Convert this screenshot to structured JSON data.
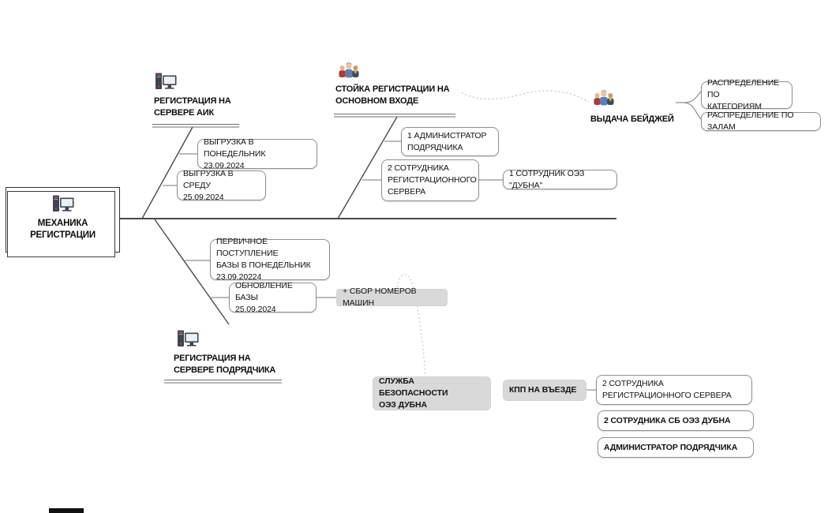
{
  "diagram_type": "fishbone-mindmap",
  "colors": {
    "background": "#ffffff",
    "spine_line": "#4a4a4a",
    "connector_line": "#909090",
    "dashed_link": "#c4c4c4",
    "box_border": "#8f8f8f",
    "gray_fill": "#d9d9d9",
    "text": "#0d0d0d"
  },
  "nodes": {
    "root": {
      "label": "МЕХАНИКА\nРЕГИСТРАЦИИ",
      "icon": "computer-icon"
    },
    "aik": {
      "label": "РЕГИСТРАЦИЯ НА\nСЕРВЕРЕ АИК",
      "icon": "computer-icon"
    },
    "aik_monday": {
      "label": "ВЫГРУЗКА В ПОНЕДЕЛЬНИК\n23.09.2024"
    },
    "aik_wednesday": {
      "label": "ВЫГРУЗКА В СРЕДУ\n25.09.2024"
    },
    "front_desk": {
      "label": "СТОЙКА РЕГИСТРАЦИИ НА\nОСНОВНОМ ВХОДЕ",
      "icon": "people-icon"
    },
    "admin_contractor": {
      "label": "1 АДМИНИСТРАТОР\nПОДРЯДЧИКА"
    },
    "reg_server_staff": {
      "label": "2 СОТРУДНИКА\nРЕГИСТРАЦИОННОГО\nСЕРВЕРА"
    },
    "oez_dubna_staff": {
      "label": "1 СОТРУДНИК ОЭЗ \"ДУБНА\""
    },
    "badges": {
      "label": "ВЫДАЧА БЕЙДЖЕЙ",
      "icon": "people-icon"
    },
    "by_category": {
      "label": "РАСПРЕДЕЛЕНИЕ ПО\nКАТЕГОРИЯМ"
    },
    "by_halls": {
      "label": "РАСПРЕДЕЛЕНИЕ ПО ЗАЛАМ"
    },
    "db_initial": {
      "label": "ПЕРВИЧНОЕ ПОСТУПЛЕНИЕ\nБАЗЫ В ПОНЕДЕЛЬНИК\n23.09.20224"
    },
    "db_update": {
      "label": "ОБНОВЛЕНИЕ БАЗЫ\n25.09.2024"
    },
    "car_numbers": {
      "label": "+ СБОР НОМЕРОВ МАШИН"
    },
    "contractor_server": {
      "label": "РЕГИСТРАЦИЯ НА\nСЕРВЕРЕ ПОДРЯДЧИКА",
      "icon": "computer-icon"
    },
    "security": {
      "label": "СЛУЖБА БЕЗОПАСНОСТИ\nОЭЗ ДУБНА"
    },
    "checkpoint": {
      "label": "КПП НА ВЪЕЗДЕ"
    },
    "checkpoint_reg_staff": {
      "label": "2 СОТРУДНИКА\nРЕГИСТРАЦИОННОГО СЕРВЕРА"
    },
    "checkpoint_sb_staff": {
      "label": "2 СОТРУДНИКА СБ ОЭЗ ДУБНА"
    },
    "checkpoint_admin": {
      "label": "АДМИНИСТРАТОР ПОДРЯДЧИКА"
    }
  }
}
